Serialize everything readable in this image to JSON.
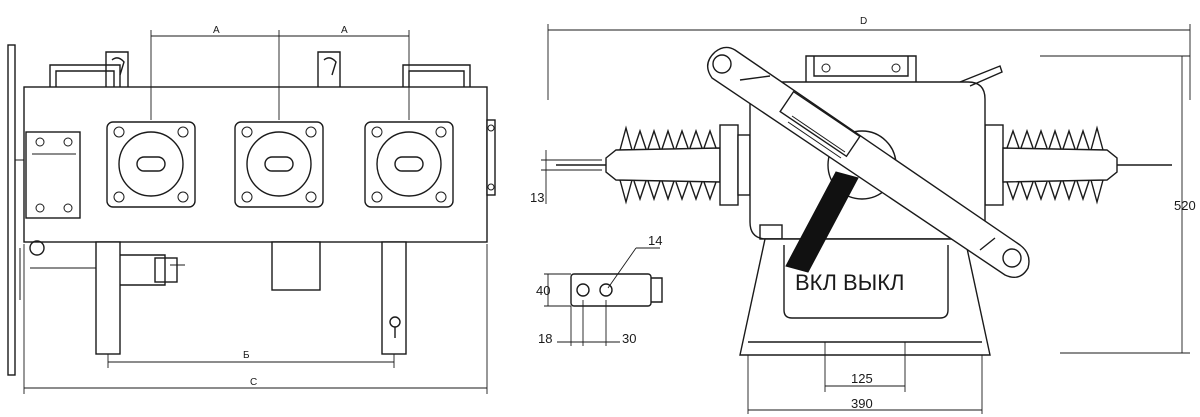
{
  "labels": {
    "dim_a_left": "А",
    "dim_a_right": "А",
    "dim_b": "Б",
    "dim_c": "С",
    "dim_d": "D",
    "dim_13": "13",
    "dim_14": "14",
    "dim_40": "40",
    "dim_18": "18",
    "dim_30": "30",
    "dim_520": "520",
    "dim_125": "125",
    "dim_390": "390",
    "switch_text": "ВКЛ ВЫКЛ"
  }
}
